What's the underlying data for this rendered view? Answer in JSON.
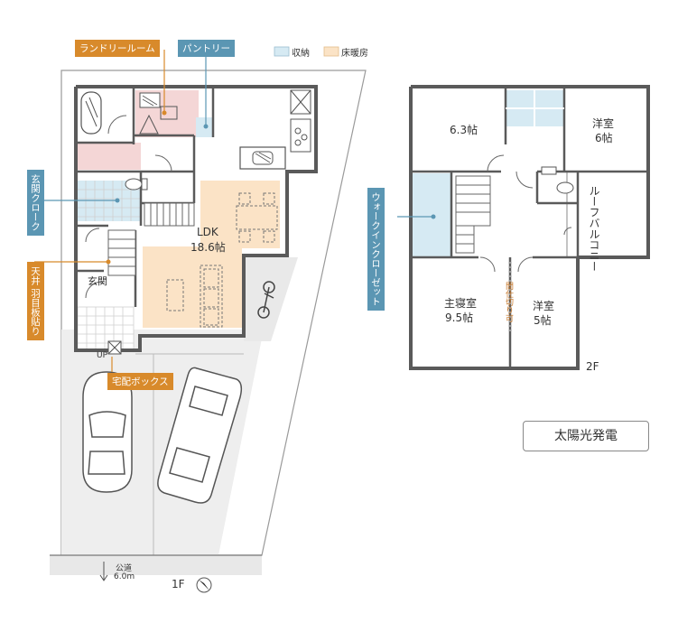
{
  "legend": {
    "storage": {
      "label": "収納",
      "color": "#d6eaf3"
    },
    "floor_heating": {
      "label": "床暖房",
      "color": "#fbe3c6"
    }
  },
  "callouts": {
    "laundry_room": "ランドリールーム",
    "pantry": "パントリー",
    "entrance_cloak": "玄関クローク",
    "ceiling": "天井 羽目板貼り",
    "delivery_box": "宅配ボックス",
    "walk_in_closet": "ウォークインクローゼット"
  },
  "floor1": {
    "ldk": "LDK",
    "ldk_size": "18.6帖",
    "entrance": "玄関",
    "up": "UP",
    "road": "公道",
    "road_width": "6.0m",
    "floor_label": "1F"
  },
  "floor2": {
    "room_a_size": "6.3帖",
    "western1": "洋室",
    "western1_size": "6帖",
    "roof_balcony": "ルーフバルコニー",
    "master": "主寝室",
    "master_size": "9.5帖",
    "partition": "間仕切り可",
    "western2": "洋室",
    "western2_size": "5帖",
    "floor_label": "2F"
  },
  "badge": "太陽光発電",
  "colors": {
    "orange": "#d88a2b",
    "blue": "#5b96b3",
    "pink": "#f4d6d6",
    "wall": "#5a5a5a",
    "gray_area": "#eeeeee"
  }
}
